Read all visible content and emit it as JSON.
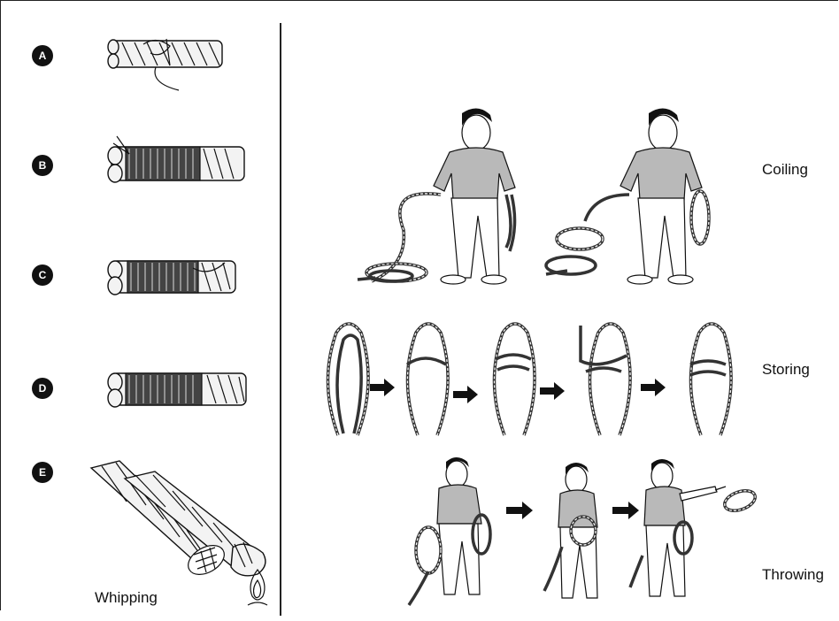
{
  "steps": {
    "a": "A",
    "b": "B",
    "c": "C",
    "d": "D",
    "e": "E"
  },
  "labels": {
    "whipping": "Whipping",
    "coiling": "Coiling",
    "storing": "Storing",
    "throwing": "Throwing"
  },
  "colors": {
    "ink": "#111111",
    "shirt": "#b9b9b9",
    "background": "#ffffff"
  }
}
